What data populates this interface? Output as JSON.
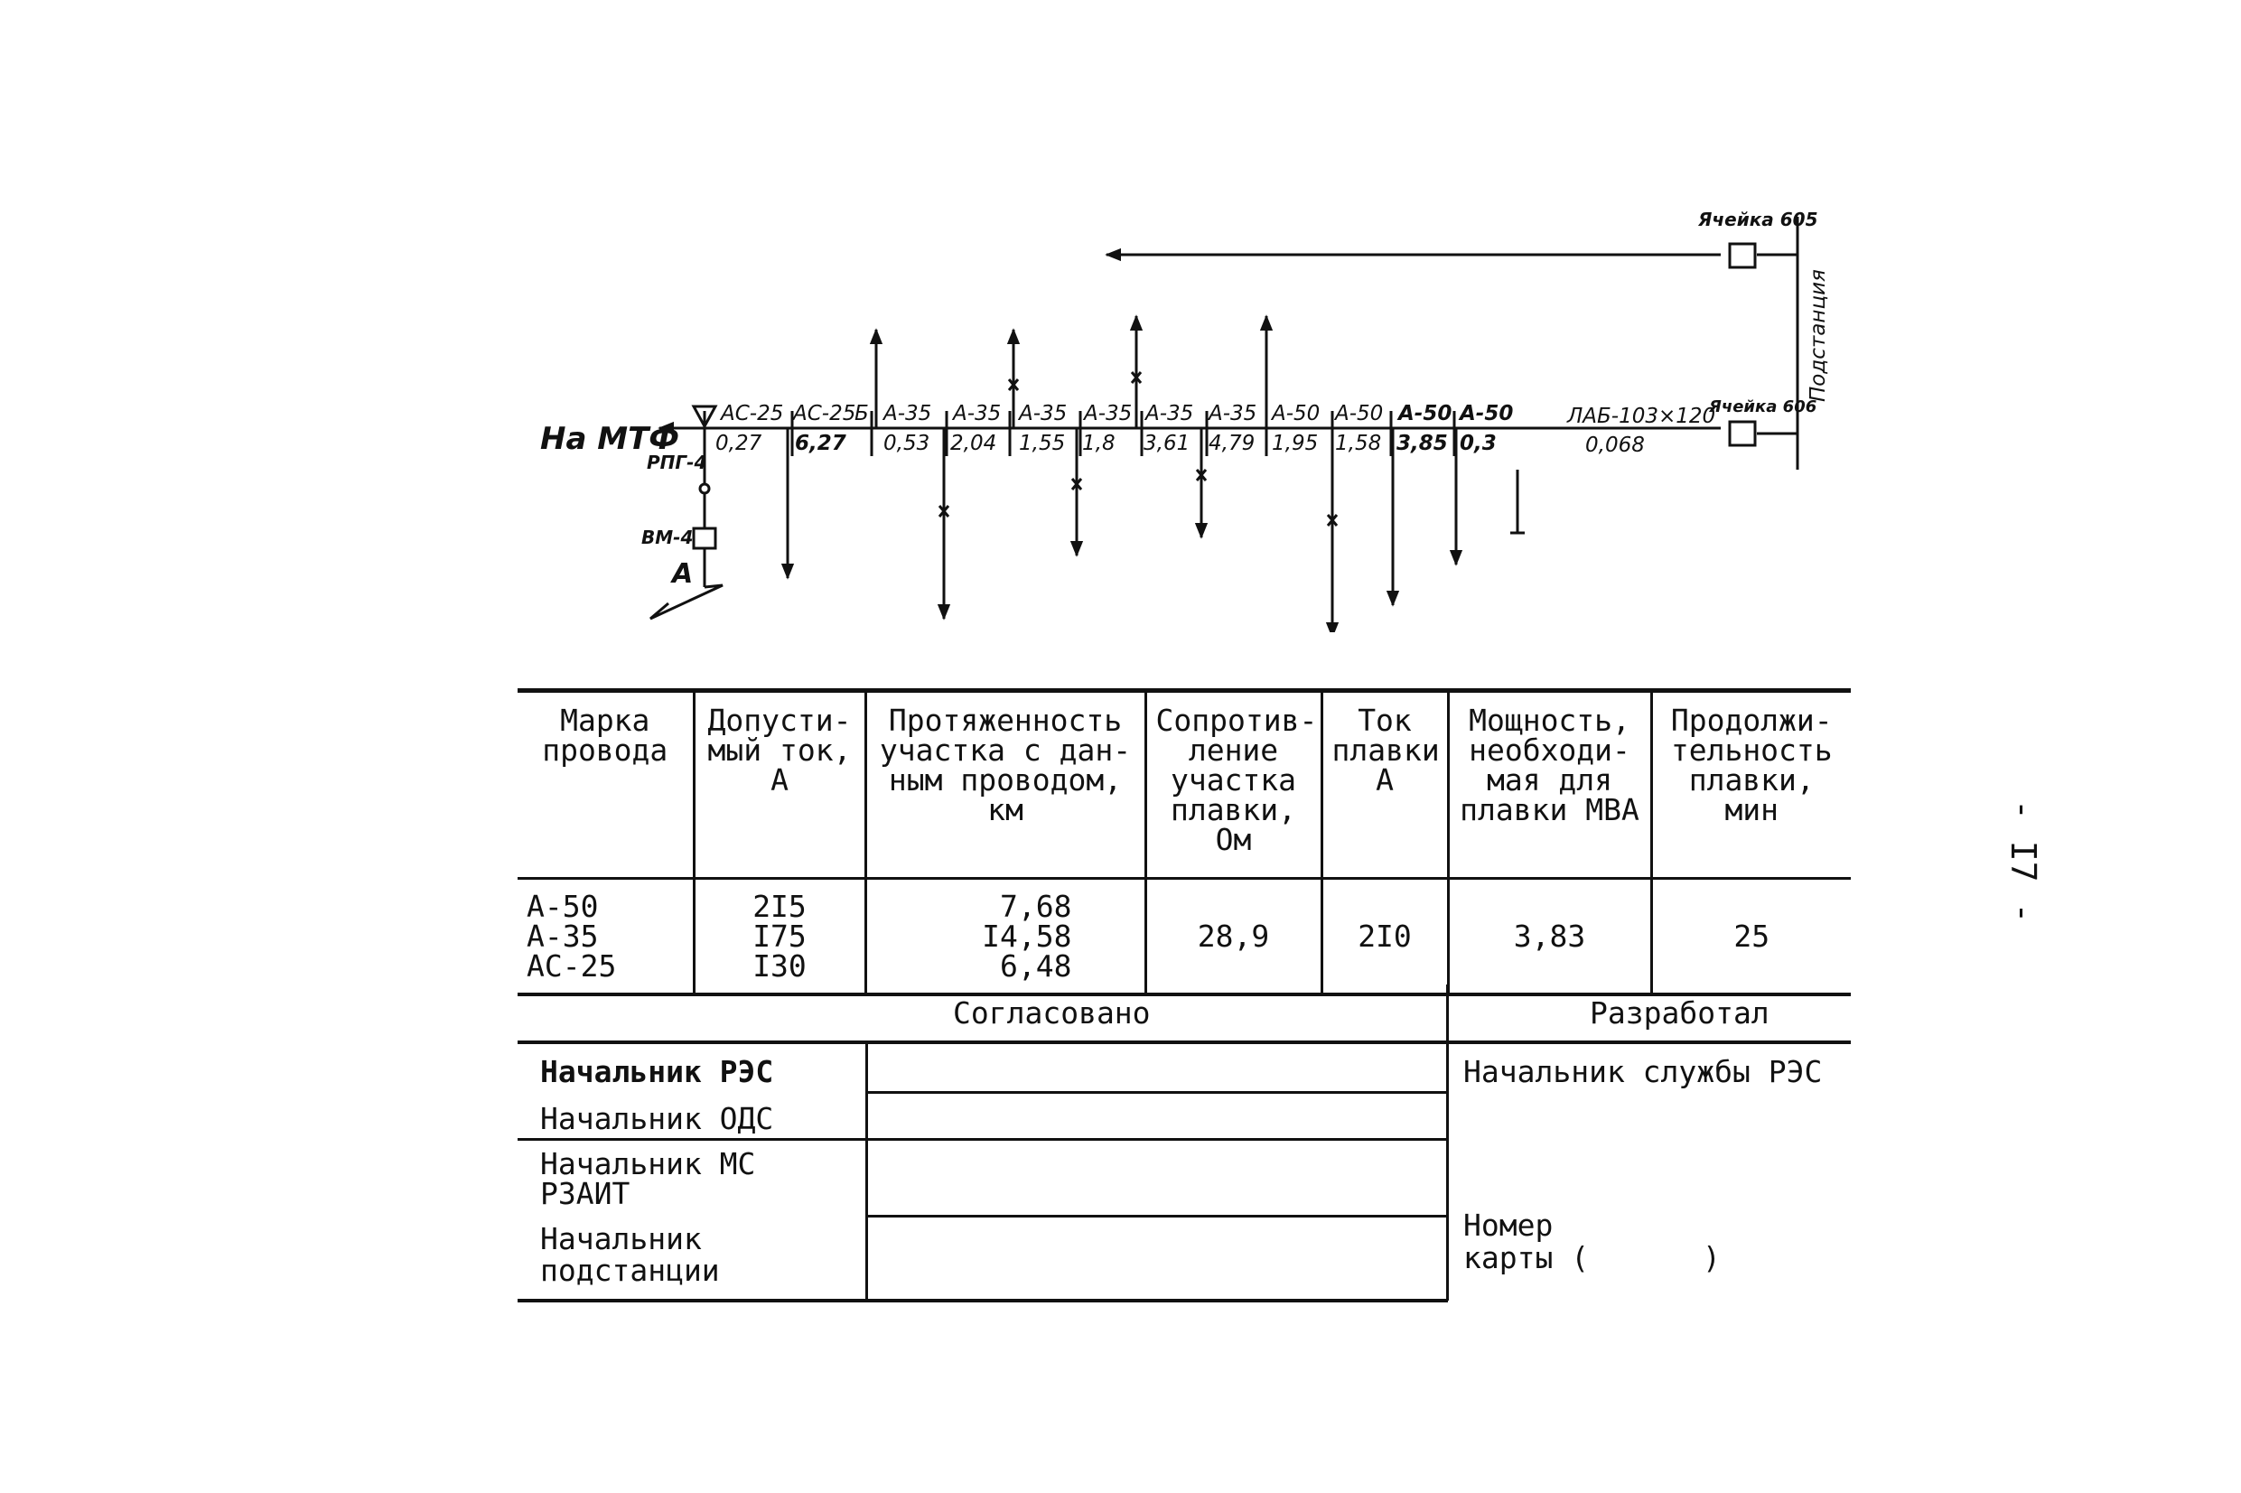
{
  "page_number": "- I7 -",
  "diagram": {
    "destination_label": "На МТФ",
    "substation_label": "Подстанция",
    "cell_top": "Ячейка 605",
    "cell_bottom": "Ячейка 606",
    "rpg_label": "РПГ-4",
    "vm_label": "ВМ-4",
    "ground_label": "А",
    "branch_label": "Б",
    "segments": [
      {
        "wire": "АС-25",
        "length": "0,27"
      },
      {
        "wire": "АС-25",
        "length": "6,27"
      },
      {
        "wire": "А-35",
        "length": "0,53"
      },
      {
        "wire": "А-35",
        "length": "2,04"
      },
      {
        "wire": "А-35",
        "length": "1,55"
      },
      {
        "wire": "А-35",
        "length": "1,8"
      },
      {
        "wire": "А-35",
        "length": "3,61"
      },
      {
        "wire": "А-35",
        "length": "4,79"
      },
      {
        "wire": "А-50",
        "length": "1,95"
      },
      {
        "wire": "А-50",
        "length": "1,58"
      },
      {
        "wire": "А-50",
        "length": "3,85"
      },
      {
        "wire": "А-50",
        "length": "0,3"
      },
      {
        "wire": "ЛАБ-103×120",
        "length": "0,068"
      }
    ]
  },
  "table": {
    "headers": {
      "wire": [
        "Марка",
        "провода"
      ],
      "current": [
        "Допусти-",
        "мый ток,",
        "А"
      ],
      "length": [
        "Протяженность",
        "участка с дан-",
        "ным проводом,",
        "км"
      ],
      "resistance": [
        "Сопротив-",
        "ление",
        "участка",
        "плавки,",
        "Ом"
      ],
      "melt_current": [
        "Ток",
        "плавки",
        "А"
      ],
      "power": [
        "Мощность,",
        "необходи-",
        "мая для",
        "плавки МВА"
      ],
      "duration": [
        "Продолжи-",
        "тельность",
        "плавки,",
        "мин"
      ]
    },
    "wires": [
      "А-50",
      "А-35",
      "АС-25"
    ],
    "currents": [
      "2I5",
      "I75",
      "I30"
    ],
    "lengths": [
      "7,68",
      "I4,58",
      "6,48"
    ],
    "resistance": "28,9",
    "melt_current": "2I0",
    "power": "3,83",
    "duration": "25"
  },
  "signoff": {
    "agreed_title": "Согласовано",
    "developed_title": "Разработал",
    "rows": [
      "Начальник РЭС",
      "Начальник ОДС",
      "Начальник МС",
      "РЗАИТ",
      "Начальник",
      "подстанции"
    ],
    "developer": "Начальник службы РЭС",
    "card_label": "Номер",
    "card_label2": "карты (",
    "card_close": ")"
  }
}
